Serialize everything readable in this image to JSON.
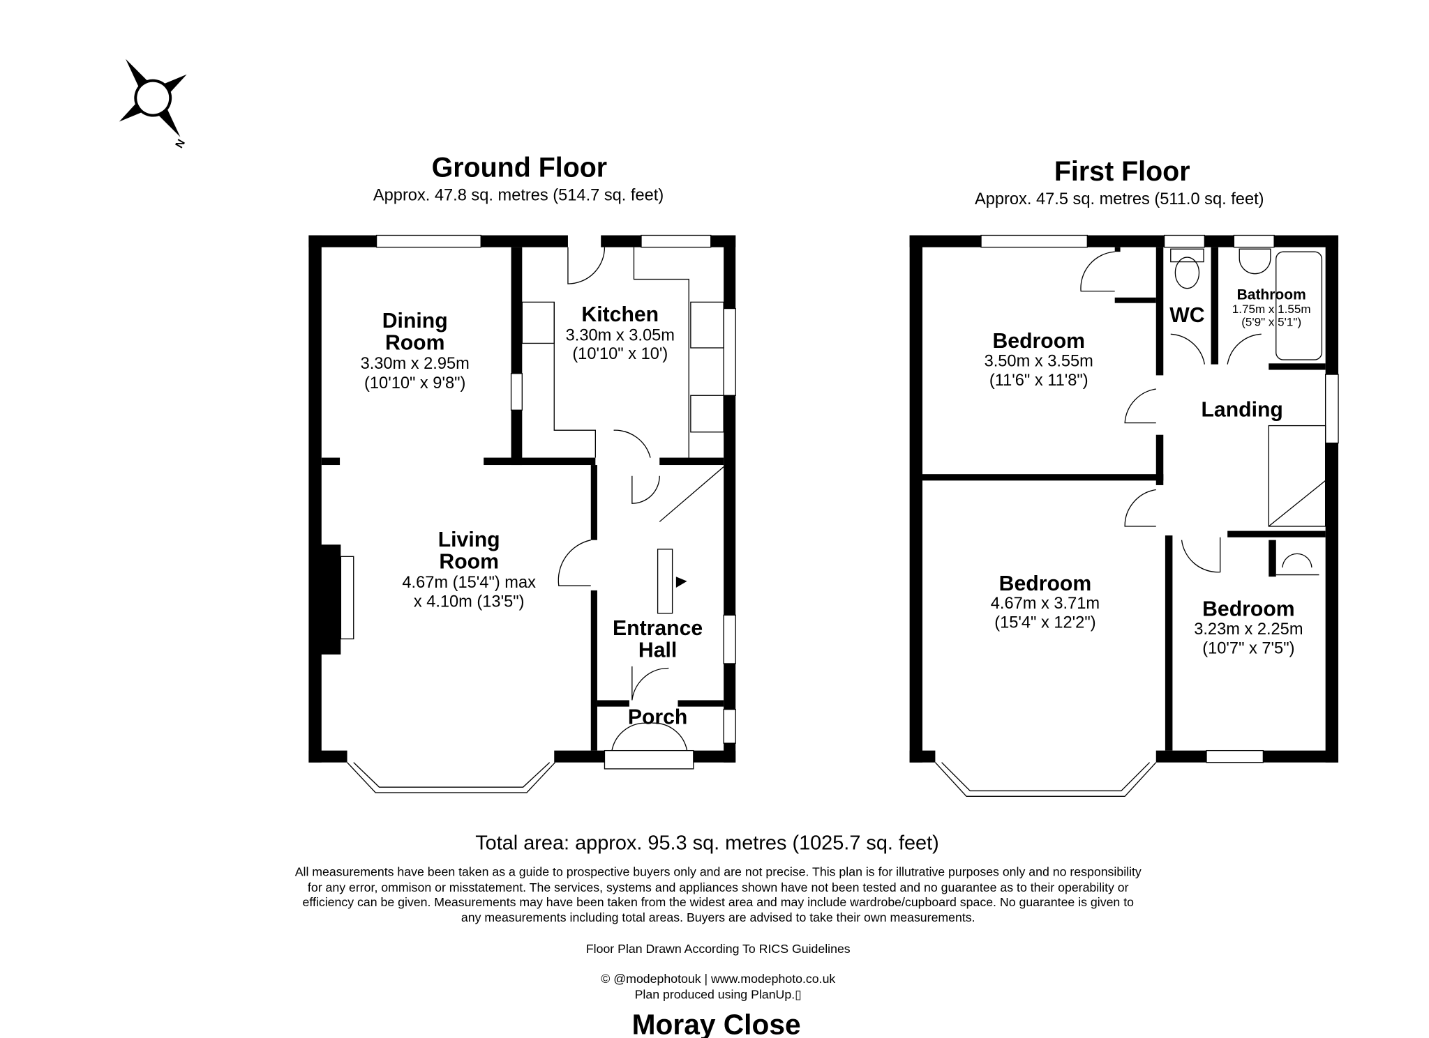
{
  "compass": {
    "label": "N",
    "icon": "compass-icon"
  },
  "ground_floor": {
    "title": "Ground Floor",
    "area": "Approx. 47.8 sq. metres (514.7 sq. feet)",
    "rooms": [
      {
        "name_lines": [
          "Dining",
          "Room"
        ],
        "dims": [
          "3.30m x 2.95m",
          "(10'10\" x 9'8\")"
        ]
      },
      {
        "name_lines": [
          "Kitchen"
        ],
        "dims": [
          "3.30m x 3.05m",
          "(10'10\" x 10')"
        ]
      },
      {
        "name_lines": [
          "Living",
          "Room"
        ],
        "dims": [
          "4.67m (15'4\") max",
          "x 4.10m (13'5\")"
        ]
      },
      {
        "name_lines": [
          "Entrance",
          "Hall"
        ],
        "dims": []
      },
      {
        "name_lines": [
          "Porch"
        ],
        "dims": []
      }
    ]
  },
  "first_floor": {
    "title": "First Floor",
    "area": "Approx. 47.5 sq. metres (511.0 sq. feet)",
    "rooms": [
      {
        "name_lines": [
          "Bedroom"
        ],
        "dims": [
          "3.50m x 3.55m",
          "(11'6\" x 11'8\")"
        ]
      },
      {
        "name_lines": [
          "WC"
        ],
        "dims": []
      },
      {
        "name_lines": [
          "Bathroom"
        ],
        "dims": [
          "1.75m x 1.55m",
          "(5'9\" x 5'1\")"
        ]
      },
      {
        "name_lines": [
          "Landing"
        ],
        "dims": []
      },
      {
        "name_lines": [
          "Bedroom"
        ],
        "dims": [
          "4.67m x 3.71m",
          "(15'4\" x 12'2\")"
        ]
      },
      {
        "name_lines": [
          "Bedroom"
        ],
        "dims": [
          "3.23m x 2.25m",
          "(10'7\" x 7'5\")"
        ]
      }
    ]
  },
  "total_area": "Total area: approx. 95.3 sq. metres (1025.7 sq. feet)",
  "disclaimer": [
    "All measurements have been taken as a guide to prospective buyers only and are not precise. This plan is for illutrative purposes only and no responsibility",
    "for any error, ommison or misstatement. The services, systems and appliances shown have not been tested and no guarantee as to their operability or",
    "efficiency can be given. Measurements may have been taken from the widest area and may include wardrobe/cupboard space. No guarantee is given to",
    "any measurements including total areas. Buyers are advised to take their own measurements."
  ],
  "rics_note": "Floor Plan Drawn According To RICS Guidelines",
  "credit": "© @modephotouk | www.modephoto.co.uk",
  "produced_by": "Plan produced using PlanUp.▯",
  "property_name": "Moray Close"
}
